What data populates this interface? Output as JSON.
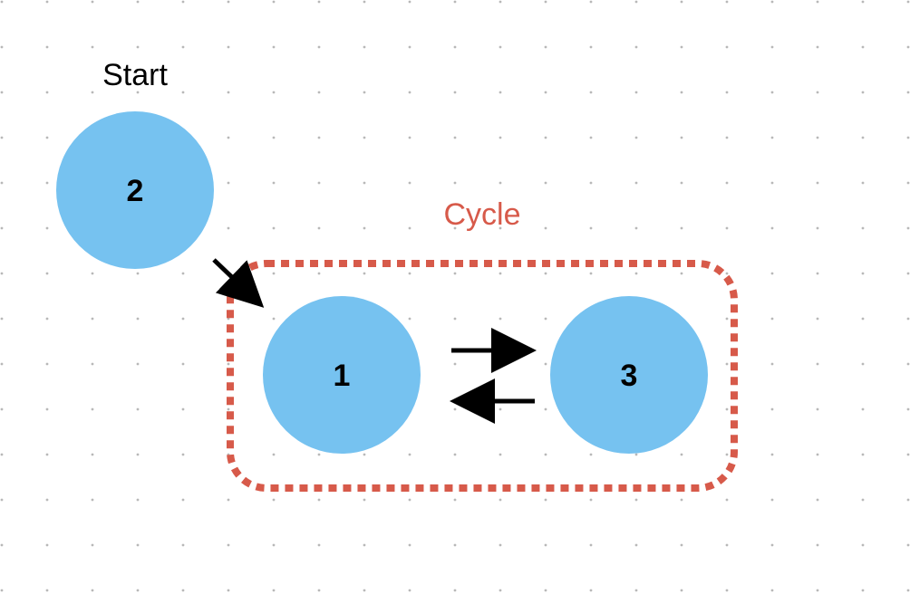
{
  "colors": {
    "background": "#ffffff",
    "grid_dot": "#b8b8b8",
    "node_fill": "#76c2f0",
    "node_text": "#000000",
    "arrow": "#000000",
    "cycle_border": "#d75a4a",
    "cycle_label": "#d75a4a",
    "start_label": "#000000"
  },
  "diagram": {
    "start_label": "Start",
    "cycle_label": "Cycle",
    "nodes": [
      {
        "id": "node-2",
        "label": "2"
      },
      {
        "id": "node-1",
        "label": "1"
      },
      {
        "id": "node-3",
        "label": "3"
      }
    ],
    "edges": [
      {
        "from": "2",
        "to": "1"
      },
      {
        "from": "1",
        "to": "3"
      },
      {
        "from": "3",
        "to": "1"
      }
    ],
    "groups": [
      {
        "name": "cycle",
        "members": [
          "1",
          "3"
        ],
        "style": "dotted"
      }
    ]
  }
}
